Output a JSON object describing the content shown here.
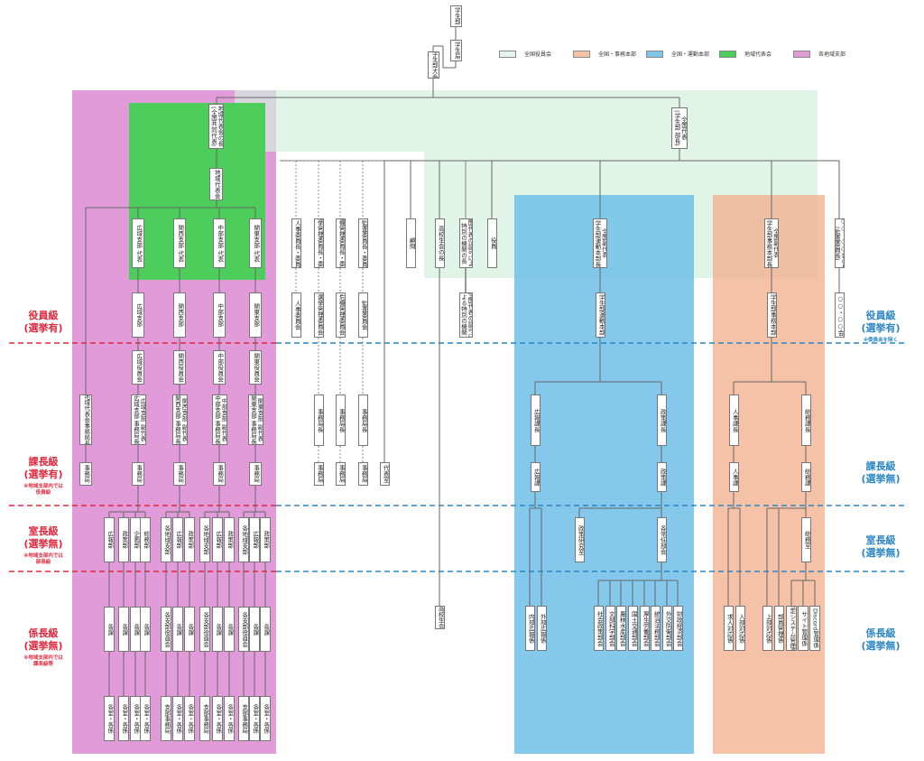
{
  "legend": [
    {
      "label": "全国役員会",
      "color": "#e4f6ec"
    },
    {
      "label": "全国・事務本部",
      "color": "#f5c2a6"
    },
    {
      "label": "全国・運動本部",
      "color": "#7fc6ea"
    },
    {
      "label": "地域代表会",
      "color": "#4ccd5c"
    },
    {
      "label": "各地域支部",
      "color": "#e29bd9"
    }
  ],
  "levels": {
    "left": [
      {
        "title": "役員級",
        "sub": "(選挙有)",
        "note": ""
      },
      {
        "title": "課長級",
        "sub": "(選挙有)",
        "note": "※地域支部内では\n役員級"
      },
      {
        "title": "室長級",
        "sub": "(選挙無)",
        "note": "※地域支部内では\n部長級"
      },
      {
        "title": "係長級",
        "sub": "(選挙無)",
        "note": "※地域支部内では\n課長級等"
      }
    ],
    "right": [
      {
        "title": "役員級",
        "sub": "(選挙有)",
        "note": "※委員会を除く"
      },
      {
        "title": "課長級",
        "sub": "(選挙無)",
        "note": ""
      },
      {
        "title": "室長級",
        "sub": "(選挙無)",
        "note": ""
      },
      {
        "title": "係長級",
        "sub": "(選挙無)",
        "note": ""
      }
    ]
  },
  "nodes": {
    "top": [
      "学生部",
      "学生局",
      "学生部大会"
    ],
    "national_rep": "全国代表\n(学生部 部長)",
    "regional": {
      "head": "地域代表会の長\n(全国共同代表)",
      "council": "地域代表会",
      "reps": [
        "広域支部 代表",
        "関西支部 代表",
        "中部支部 代表",
        "関東支部 代表"
      ],
      "branches": [
        "広域支部",
        "関西支部",
        "中部支部",
        "関東支部"
      ],
      "officers": [
        "広域役員会",
        "関西役員会",
        "中部役員会",
        "関東役員会"
      ],
      "vice": [
        "広域支部 副代表\n(広域支部 事務局長)",
        "関西支部 副代表\n(関西支部 事務局長)",
        "中部支部 副代表\n(中部支部 事務局長)",
        "関東支部 副代表\n(関東支部 事務局長)"
      ],
      "bureau_chief": "地域代表会事務局長",
      "office": "事務局",
      "depts": [
        [
          "広報部",
          "政策部",
          "企画部",
          "総務部"
        ],
        [
          "各地域支部",
          "広報部",
          "政策部"
        ],
        [
          "各地域支部",
          "広報部",
          "政策部"
        ],
        [
          "各地域支部",
          "広報部",
          "政策部"
        ]
      ],
      "sections": [
        [
          "各課",
          "各課",
          "各課",
          "各課"
        ],
        [
          "各支部役員会",
          "各課",
          "各課"
        ],
        [
          "各支部役員会",
          "各課",
          "各課"
        ],
        [
          "各支部役員会",
          "各課",
          "各課"
        ]
      ],
      "units": [
        [
          "各室・各係",
          "各室・各係",
          "各室・各係",
          "各室・各係"
        ],
        [
          "支部事務局",
          "各室・各係",
          "各室・各係"
        ],
        [
          "支部事務局",
          "各室・各係",
          "各室・各係"
        ],
        [
          "支部事務局",
          "各室・各係",
          "各室・各係"
        ]
      ]
    },
    "committees": {
      "chairs": [
        "人事委員長・委員",
        "選挙管理委員長・委員",
        "危機管理委員長・委員",
        "監査委員長・委員"
      ],
      "bodies": [
        "人事委員会",
        "選挙管理委員会",
        "危機管理委員会",
        "監査委員会"
      ],
      "bureau_chiefs": [
        "事務局長",
        "事務局長",
        "事務局長"
      ],
      "bureaus": [
        "事務局",
        "事務局",
        "事務局"
      ]
    },
    "advisor": "顧問",
    "proxy_office": "代表室",
    "hs_head": "高校生会の長",
    "hs_body": "高校生会",
    "special_head": "全国代表の認可による\n特別の機関の長",
    "special_body": "全国代表の認可に\nよる特別の機関",
    "officers": "役員",
    "campaign": {
      "vice": "全国副代表\n(学生部運動本部長)",
      "hq": "学生部運動本部",
      "pr_chief": "広報課長",
      "pr_div": "広報課",
      "policy_chief": "政策課長",
      "policy_div": "政策課",
      "council": "各常任部会",
      "policy_room": "政策研究室",
      "pr_units": [
        "内部広報係",
        "外部広報係"
      ],
      "committees": [
        "社会政策部会",
        "文部科学部会",
        "農林水産部会",
        "国土交通部会",
        "厚生労働部会",
        "統治法務部会",
        "外交防衛部会",
        "財政経済部会"
      ]
    },
    "admin": {
      "vice": "全国副代表\n(学生部事務本部長)",
      "hq": "学生部事務本部",
      "hr_chief": "人事課長",
      "hr_div": "人事課",
      "gen_chief": "総務課長",
      "gen_div": "総務課",
      "gen_room": "総務室",
      "units": [
        "求人対応係",
        "入部対応係",
        "上部対応係",
        "部員管理係",
        "特定システム管理係",
        "サイト管理係",
        "Discord管理係"
      ]
    },
    "other": {
      "head": "○○・○○会の長\n(監査委員長)",
      "body": "○○・○○会"
    }
  }
}
